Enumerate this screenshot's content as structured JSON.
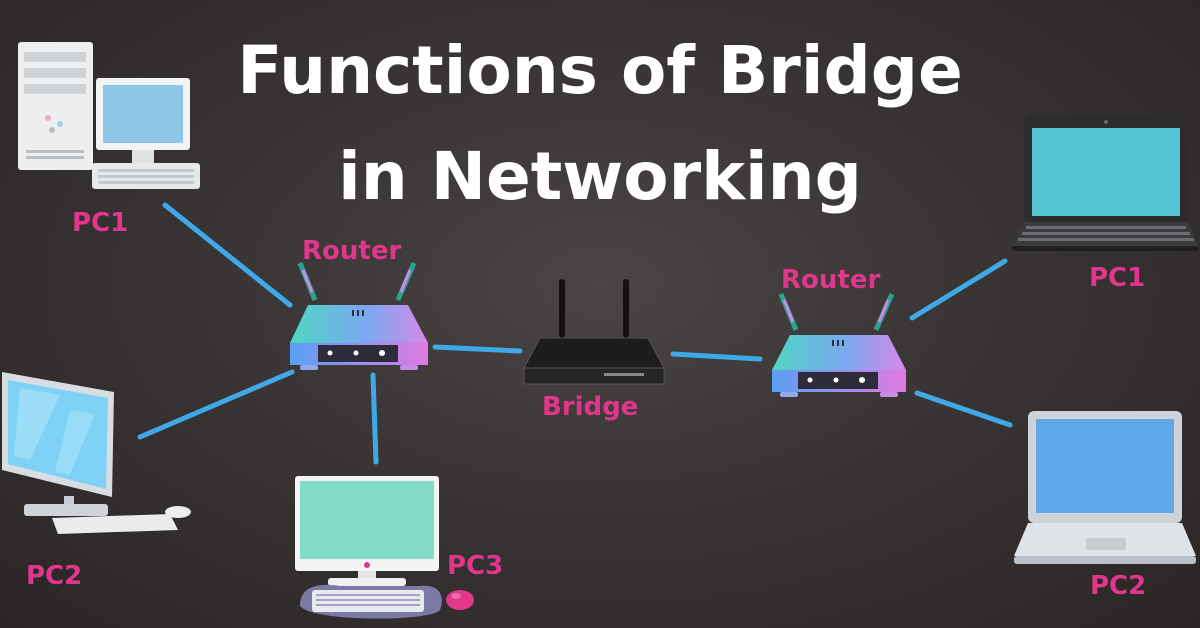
{
  "title": {
    "line1": "Functions of Bridge",
    "line2": "in Networking"
  },
  "labels": {
    "left_pc1": "PC1",
    "left_pc2": "PC2",
    "left_pc3": "PC3",
    "left_router": "Router",
    "bridge": "Bridge",
    "right_router": "Router",
    "right_pc1": "PC1",
    "right_pc2": "PC2"
  },
  "colors": {
    "background": "#3a3535",
    "title": "#ffffff",
    "label": "#e0368c",
    "link": "#3fa9e8"
  }
}
